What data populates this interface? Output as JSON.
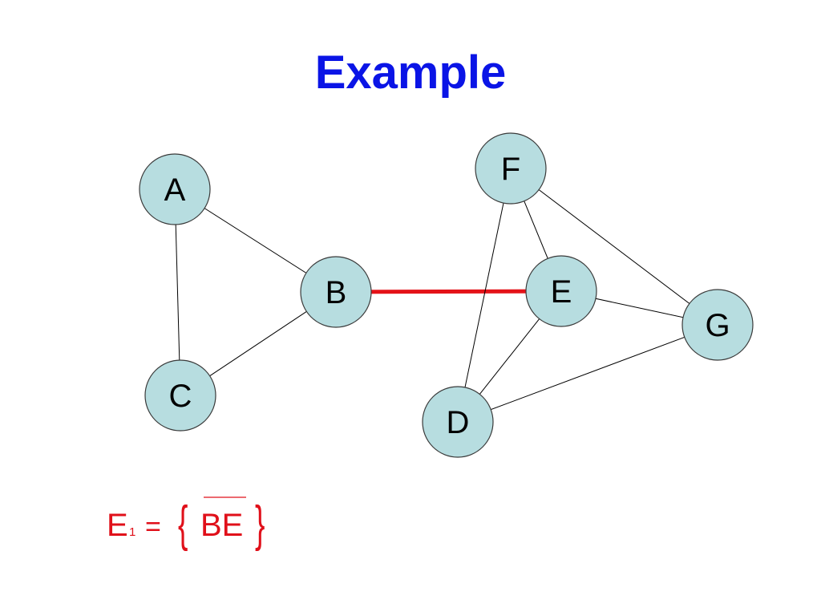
{
  "title": "Example",
  "colors": {
    "title": "#0a14e6",
    "node_fill": "#b7dde0",
    "node_stroke": "#3a3a3a",
    "edge": "#000000",
    "highlight_edge": "#e41218",
    "formula": "#e0101a"
  },
  "graph": {
    "nodes": [
      {
        "id": "A",
        "label": "A"
      },
      {
        "id": "B",
        "label": "B"
      },
      {
        "id": "C",
        "label": "C"
      },
      {
        "id": "D",
        "label": "D"
      },
      {
        "id": "E",
        "label": "E"
      },
      {
        "id": "F",
        "label": "F"
      },
      {
        "id": "G",
        "label": "G"
      }
    ],
    "edges": [
      {
        "from": "A",
        "to": "B",
        "highlighted": false
      },
      {
        "from": "A",
        "to": "C",
        "highlighted": false
      },
      {
        "from": "B",
        "to": "C",
        "highlighted": false
      },
      {
        "from": "B",
        "to": "E",
        "highlighted": true
      },
      {
        "from": "F",
        "to": "E",
        "highlighted": false
      },
      {
        "from": "F",
        "to": "D",
        "highlighted": false
      },
      {
        "from": "F",
        "to": "G",
        "highlighted": false
      },
      {
        "from": "E",
        "to": "G",
        "highlighted": false
      },
      {
        "from": "E",
        "to": "D",
        "highlighted": false
      },
      {
        "from": "D",
        "to": "G",
        "highlighted": false
      }
    ]
  },
  "formula": {
    "symbol": "E",
    "subscript": "1",
    "equals": "=",
    "left_brace": "{",
    "right_brace": "}",
    "element": "BE"
  }
}
